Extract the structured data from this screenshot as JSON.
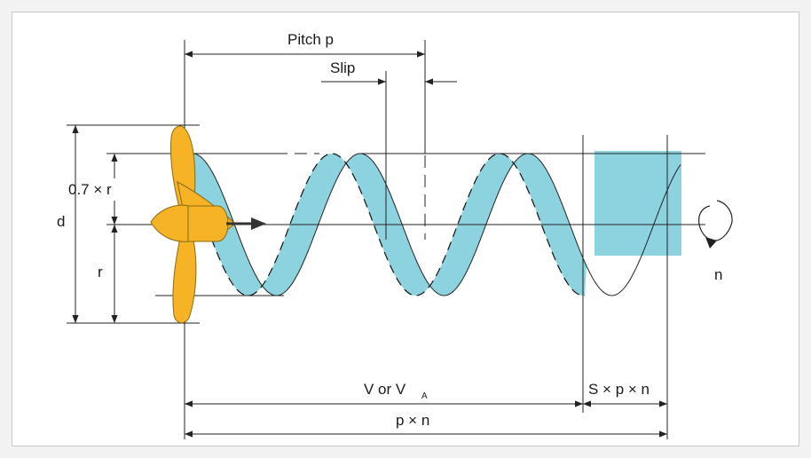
{
  "labels": {
    "pitch": "Pitch p",
    "slip": "Slip",
    "diameter": "d",
    "radius": "r",
    "radius_frac": "0.7 × r",
    "rotation": "n",
    "v_or_va_main": "V or V",
    "v_or_va_sub": "A",
    "slip_dist": "S × p × n",
    "p_times_n": "p × n"
  },
  "colors": {
    "propeller": "#f5b325",
    "propeller_outline": "#8a6a10",
    "wave_fill": "#8dd3df",
    "line": "#222222"
  },
  "icons": {
    "rotation": "rotation-arrow-icon",
    "thrust": "thrust-arrow-icon"
  }
}
